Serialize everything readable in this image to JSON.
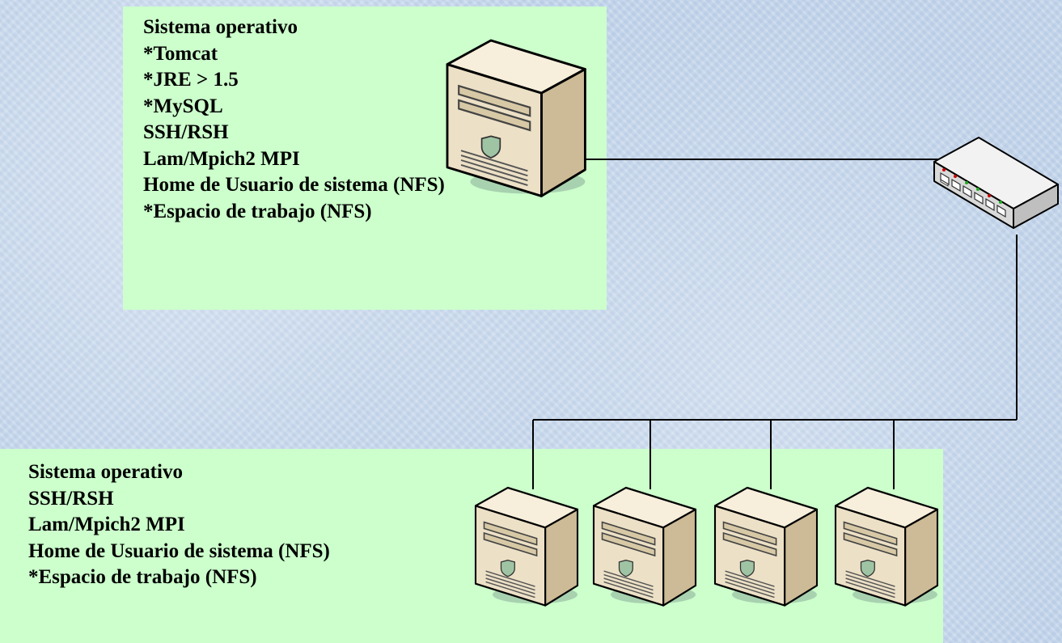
{
  "master_node": {
    "lines": [
      "Sistema operativo",
      "*Tomcat",
      "*JRE > 1.5",
      "*MySQL",
      "SSH/RSH",
      "Lam/Mpich2 MPI",
      "Home de Usuario de sistema (NFS)",
      "*Espacio de trabajo (NFS)"
    ]
  },
  "compute_nodes": {
    "lines": [
      "Sistema operativo",
      "SSH/RSH",
      "Lam/Mpich2 MPI",
      "Home de Usuario de sistema (NFS)",
      "*Espacio de trabajo (NFS)"
    ],
    "count": 4
  },
  "colors": {
    "panel_fill": "#ccffcc",
    "server_front": "#ece0c6",
    "server_side": "#cdbb97",
    "background": "#c2d4ea"
  }
}
